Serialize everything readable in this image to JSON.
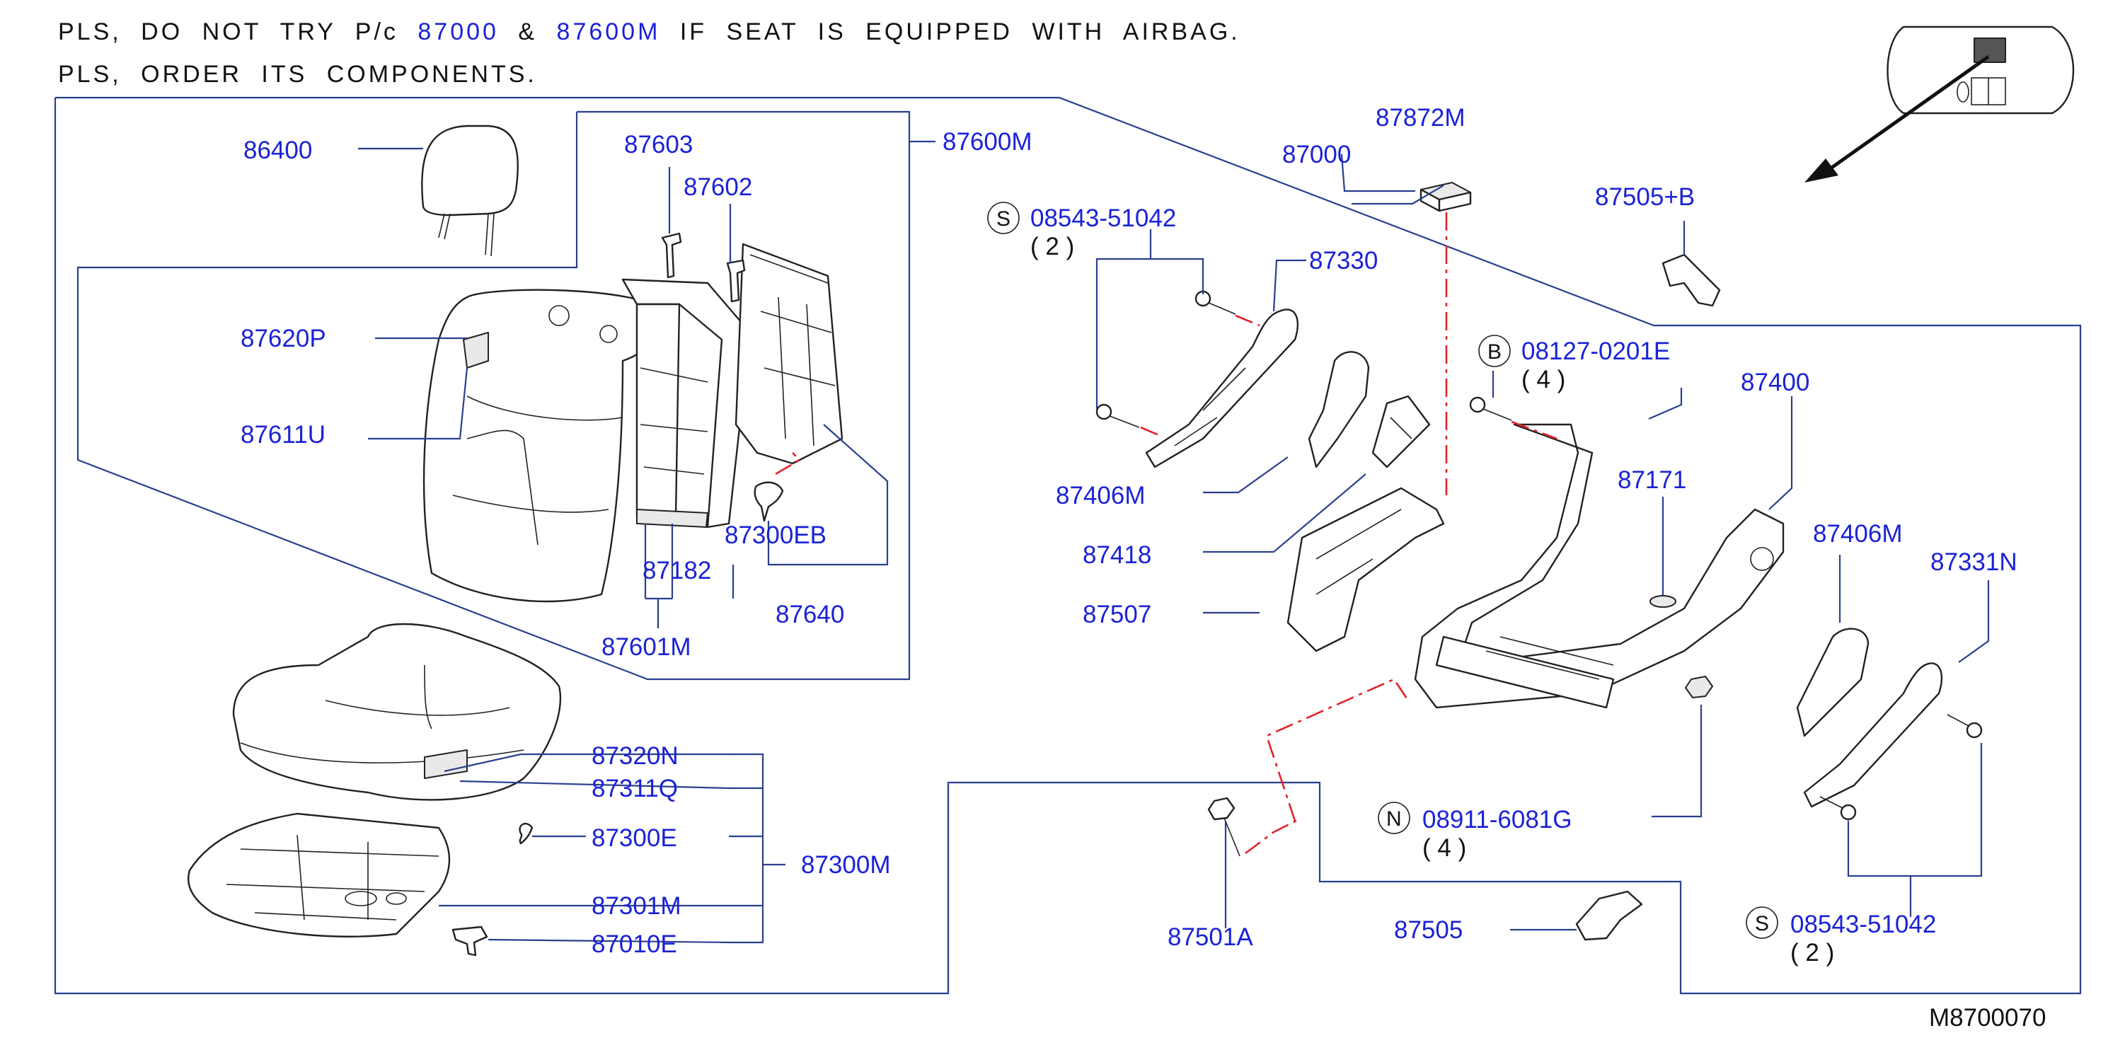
{
  "notes": {
    "line1": {
      "pre": "PLS, DO NOT TRY P/c",
      "pn1": "87000",
      "mid": "&",
      "pn2": "87600M",
      "post": "IF SEAT IS EQUIPPED WITH AIRBAG."
    },
    "line2": "PLS, ORDER ITS COMPONENTS."
  },
  "labels": {
    "p86400": "86400",
    "p87603": "87603",
    "p87602": "87602",
    "p87600M": "87600M",
    "p87620P": "87620P",
    "p87611U": "87611U",
    "p87300EB": "87300EB",
    "p87182": "87182",
    "p87640": "87640",
    "p87601M": "87601M",
    "p87320N": "87320N",
    "p87311Q": "87311Q",
    "p87300E": "87300E",
    "p87300M": "87300M",
    "p87301M": "87301M",
    "p87010E": "87010E",
    "p87000": "87000",
    "p87872M": "87872M",
    "p87505B": "87505+B",
    "bolt_s1": "08543-51042",
    "bolt_s1_qty": "( 2 )",
    "p87330": "87330",
    "bolt_b": "08127-0201E",
    "bolt_b_qty": "( 4 )",
    "p87400": "87400",
    "p87406M_a": "87406M",
    "p87418": "87418",
    "p87507": "87507",
    "p87171": "87171",
    "p87406M_b": "87406M",
    "p87331N": "87331N",
    "nut_n": "08911-6081G",
    "nut_n_qty": "( 4 )",
    "p87501A": "87501A",
    "p87505": "87505",
    "bolt_s2": "08543-51042",
    "bolt_s2_qty": "( 2 )"
  },
  "circle_marks": {
    "s": "S",
    "b": "B",
    "n": "N"
  },
  "reference": "M8700070",
  "colors": {
    "label": "#1a22d6",
    "leader": "#2a3f8f",
    "centerline": "#e0232a",
    "ink": "#222222"
  }
}
